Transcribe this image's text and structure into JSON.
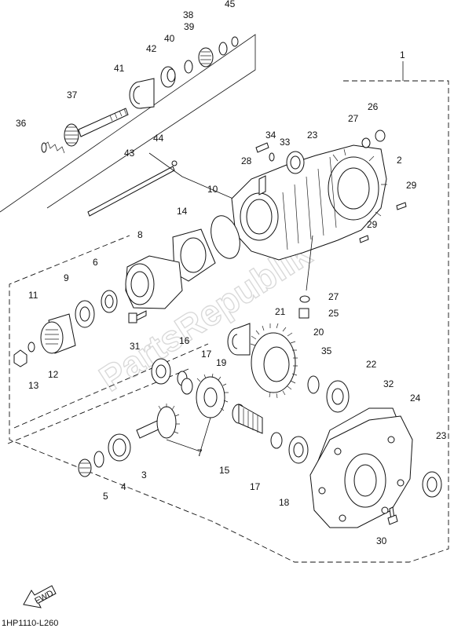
{
  "diagram": {
    "watermark": "PartsRepublik",
    "footer_code": "1HP1110-L260",
    "fwd_label": "FWD",
    "callouts": {
      "c1": "1",
      "c2": "2",
      "c3": "3",
      "c4": "4",
      "c5": "5",
      "c6": "6",
      "c7": "7",
      "c8": "8",
      "c9": "9",
      "c10": "10",
      "c11": "11",
      "c12": "12",
      "c13": "13",
      "c14": "14",
      "c15": "15",
      "c16": "16",
      "c17a": "17",
      "c17b": "17",
      "c18": "18",
      "c19": "19",
      "c20": "20",
      "c21": "21",
      "c22": "22",
      "c23a": "23",
      "c23b": "23",
      "c24": "24",
      "c25": "25",
      "c26": "26",
      "c27a": "27",
      "c27b": "27",
      "c28": "28",
      "c29a": "29",
      "c29b": "29",
      "c30": "30",
      "c31": "31",
      "c32": "32",
      "c33": "33",
      "c34": "34",
      "c35": "35",
      "c36": "36",
      "c37": "37",
      "c38": "38",
      "c39": "39",
      "c40": "40",
      "c41": "41",
      "c42": "42",
      "c43": "43",
      "c44": "44",
      "c45": "45"
    }
  }
}
